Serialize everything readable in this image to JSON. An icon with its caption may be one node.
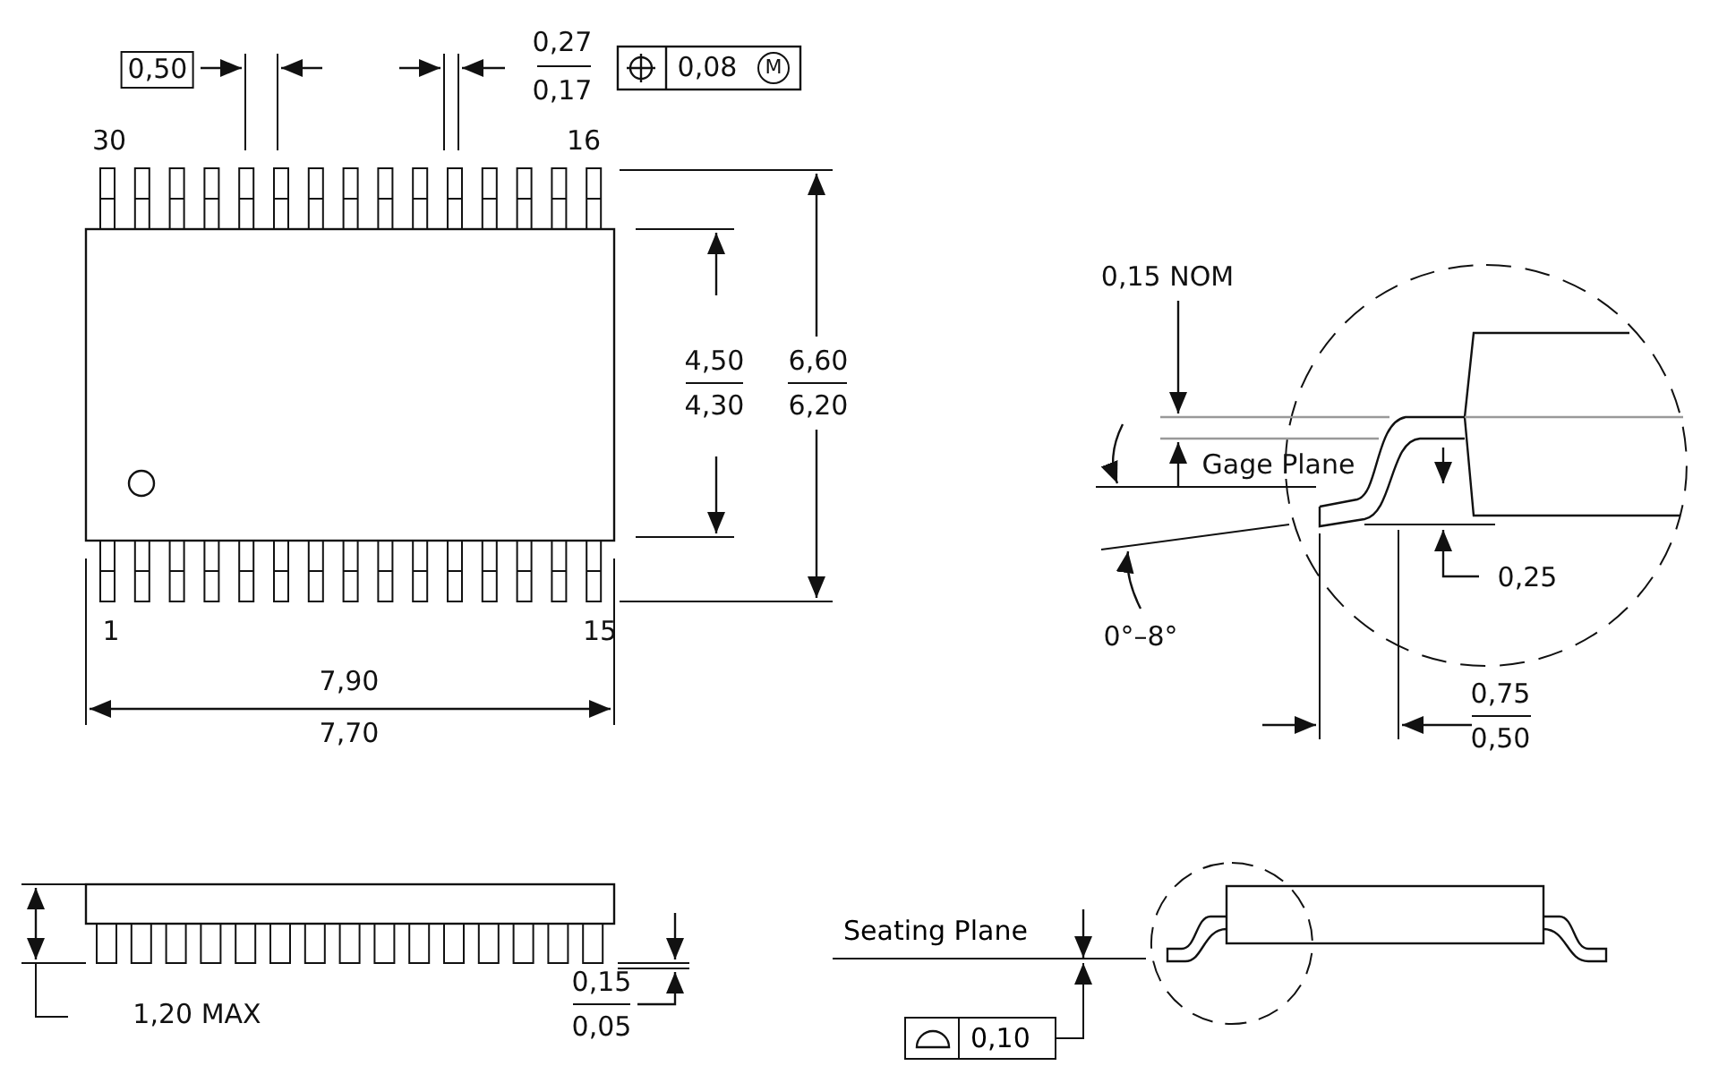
{
  "diagram": {
    "labels": [
      "0,50",
      "0,27",
      "0,17",
      "0,08",
      "M",
      "30",
      "16",
      "4,50",
      "4,30",
      "6,60",
      "6,20",
      "1",
      "15",
      "7,90",
      "7,70",
      "0,15 NOM",
      "Gage Plane",
      "0,25",
      "0°–8°",
      "0,75",
      "0,50",
      "1,20 MAX",
      "0,15",
      "0,05"
    ],
    "nodes": [
      {
        "text": [
          "Seating Plane"
        ]
      },
      {
        "text": [
          "0,10"
        ]
      }
    ],
    "edges": [
      {
        "from": 1,
        "to": 0,
        "arrow": "to"
      }
    ]
  }
}
